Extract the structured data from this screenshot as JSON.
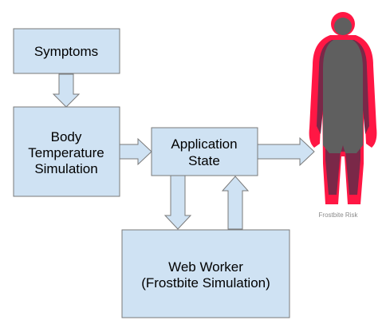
{
  "boxes": {
    "symptoms": {
      "lines": [
        "Symptoms"
      ]
    },
    "body_temp": {
      "lines": [
        "Body",
        "Temperature",
        "Simulation"
      ]
    },
    "app_state": {
      "lines": [
        "Application",
        "State"
      ]
    },
    "web_worker": {
      "lines": [
        "Web Worker",
        "(Frostbite Simulation)"
      ]
    }
  },
  "figure": {
    "caption": "Frostbite Risk"
  },
  "colors": {
    "box_fill": "#cfe2f3",
    "box_stroke": "#7a7a7a",
    "arrow_fill": "#cfe2f3",
    "arrow_stroke": "#7a7a7a",
    "body_core": "#5f5f5f",
    "body_risk_high": "#ff1744",
    "body_risk_mid": "#7a2848"
  }
}
